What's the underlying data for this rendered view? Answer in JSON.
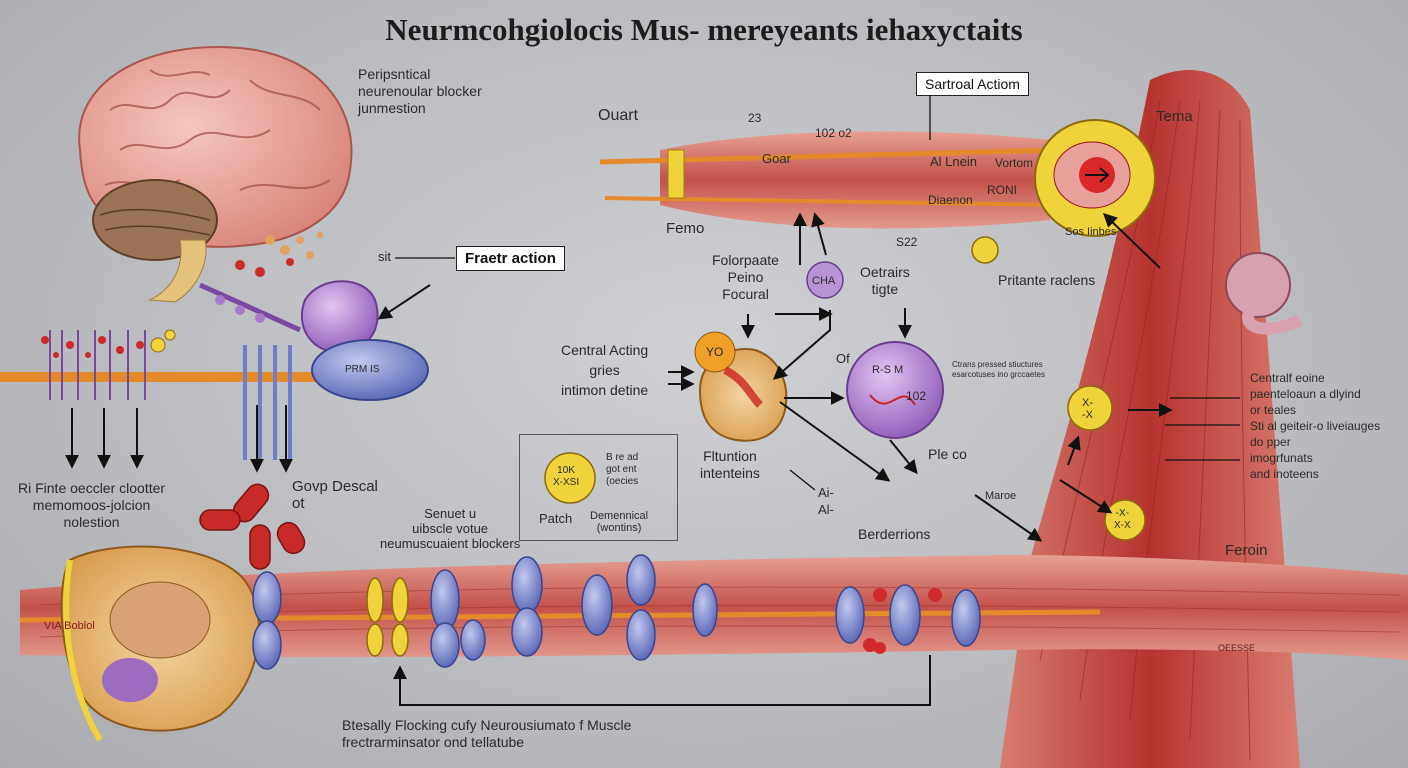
{
  "title": "Neurmcohgiolocis Mus- mereyeants iehaxyctaits",
  "labels": {
    "peripheral": "Peripsntical\nneurenoular blocker\njunmestion",
    "ouart": "Ouart",
    "n23": "23",
    "n1020": "102 o2",
    "goar": "Goar",
    "al_lnein": "Al Lnein",
    "vortom": "Vortom",
    "roni": "RONI",
    "diasnon": "Diaenon",
    "femo": "Femo",
    "s22": "S22",
    "sit": "sit",
    "foloparte": "Folorpaate\nPeino\nFocural",
    "cha": "CHA",
    "oetrairs": "Oetrairs\ntigte",
    "tema": "Tema",
    "pritante": "Pritante raclens",
    "sos": "Sos Iinbes",
    "central_acting": "Central Acting\ngries\nintimon detine",
    "yo": "YO",
    "of": "Of",
    "r102": "102",
    "rsm": "R-S M",
    "gene_small": "Ctrans pressed stiuctures\nesarcotuses ino grccaetes",
    "right_block": "Centralf eoine\npaenteloaun a dlyind\nor teales\nSti al geiteir-o liveiauges\ndo pper\nimogrfunats\nand inoteens",
    "finite": "Ri Finte oeccler clootter\nmemomoos-jolcion\nnolestion",
    "govp": "Govp Descal\not",
    "senuet": "Senuet u\nuibscle votue\nneumuscuaient blockers",
    "inset_circle": "10K\nX-XSI",
    "inset_text": "B re ad\ngot ent\n(oecies",
    "patch": "Patch",
    "demenical": "Demennical\n(wontins)",
    "flution": "Fltuntion\nintenteins",
    "ai": "Ai-\nAl-",
    "ple_co": "Ple  co",
    "maroe": "Maroe",
    "berderrions": "Berderrions",
    "feroin": "Feroin",
    "xx1": "X-\n-X",
    "xx2": "-X-\nX-X",
    "bottom": "Btesally Flocking cufy Neurousiumato f Muscle\nfrectrarminsator ond tellatube",
    "via": "VIA Boblol",
    "oeesse": "OEESSE",
    "prm": "PRM  IS"
  },
  "boxes": {
    "sartroal": "Sartroal Actiom",
    "fraetr": "Fraetr action"
  },
  "colors": {
    "muscle": "#b8423f",
    "muscle_light": "#d9807a",
    "nerve": "#e58a2a",
    "vesicle": "#6f7cc8",
    "yellow": "#f0d23a",
    "purple": "#a67bc9",
    "brain": "#e8a09a"
  }
}
